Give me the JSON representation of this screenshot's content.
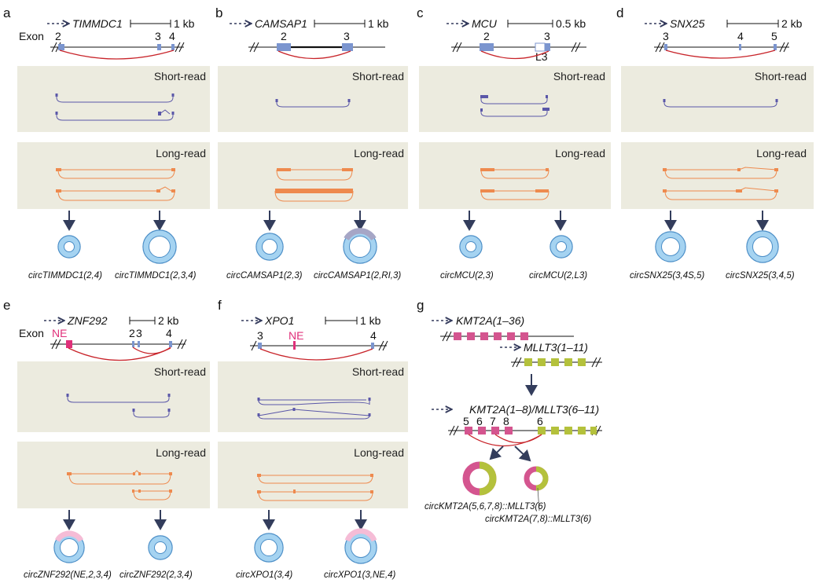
{
  "colors": {
    "exon_blue": "#7b95cf",
    "box_bg": "#ecebdf",
    "short_read": "#5a57a8",
    "long_read": "#ee8a4e",
    "circle_fill": "#a5d3f1",
    "circle_stroke": "#4b8ec7",
    "ne_pink": "#e0307a",
    "kmt2a": "#d4558f",
    "mllt3": "#b4c13c",
    "arc_red": "#c8242a"
  },
  "labels": {
    "short_read": "Short-read",
    "long_read": "Long-read",
    "exon": "Exon",
    "ne": "NE"
  },
  "panels": {
    "a": {
      "letter": "a",
      "gene": "TIMMDC1",
      "scale": "1 kb",
      "exons": [
        "2",
        "3",
        "4"
      ],
      "circles": [
        "circTIMMDC1(2,4)",
        "circTIMMDC1(2,3,4)"
      ]
    },
    "b": {
      "letter": "b",
      "gene": "CAMSAP1",
      "scale": "1 kb",
      "exons": [
        "2",
        "3"
      ],
      "circles": [
        "circCAMSAP1(2,3)",
        "circCAMSAP1(2,RI,3)"
      ]
    },
    "c": {
      "letter": "c",
      "gene": "MCU",
      "scale": "0.5 kb",
      "exons": [
        "2",
        "3",
        "L3"
      ],
      "circles": [
        "circMCU(2,3)",
        "circMCU(2,L3)"
      ]
    },
    "d": {
      "letter": "d",
      "gene": "SNX25",
      "scale": "2 kb",
      "exons": [
        "3",
        "4",
        "5"
      ],
      "circles": [
        "circSNX25(3,4S,5)",
        "circSNX25(3,4,5)"
      ]
    },
    "e": {
      "letter": "e",
      "gene": "ZNF292",
      "scale": "2 kb",
      "exons": [
        "2",
        "3",
        "4"
      ],
      "circles": [
        "circZNF292(NE,2,3,4)",
        "circZNF292(2,3,4)"
      ]
    },
    "f": {
      "letter": "f",
      "gene": "XPO1",
      "scale": "1 kb",
      "exons": [
        "3",
        "4"
      ],
      "circles": [
        "circXPO1(3,4)",
        "circXPO1(3,NE,4)"
      ]
    },
    "g": {
      "letter": "g",
      "gene1": "KMT2A(1–36)",
      "gene2": "MLLT3(1–11)",
      "fusion": "KMT2A(1–8)/MLLT3(6–11)",
      "exons": [
        "5",
        "6",
        "7",
        "8",
        "6"
      ],
      "circles": [
        "circKMT2A(5,6,7,8)::MLLT3(6)",
        "circKMT2A(7,8)::MLLT3(6)"
      ]
    }
  }
}
